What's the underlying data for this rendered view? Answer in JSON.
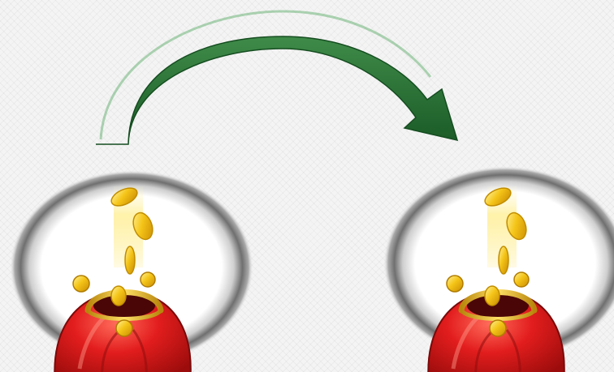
{
  "diagram": {
    "kind": "transfer",
    "nodes": [
      {
        "id": "source-purse",
        "icon": "coin-purse-icon"
      },
      {
        "id": "target-purse",
        "icon": "coin-purse-icon"
      }
    ],
    "edge": {
      "from": "source-purse",
      "to": "target-purse",
      "icon": "curved-arrow-icon"
    },
    "colors": {
      "arrow": "#1f6a2e",
      "purse": "#d81818",
      "coin": "#f5c518",
      "ring": "#8a8a8a"
    }
  }
}
